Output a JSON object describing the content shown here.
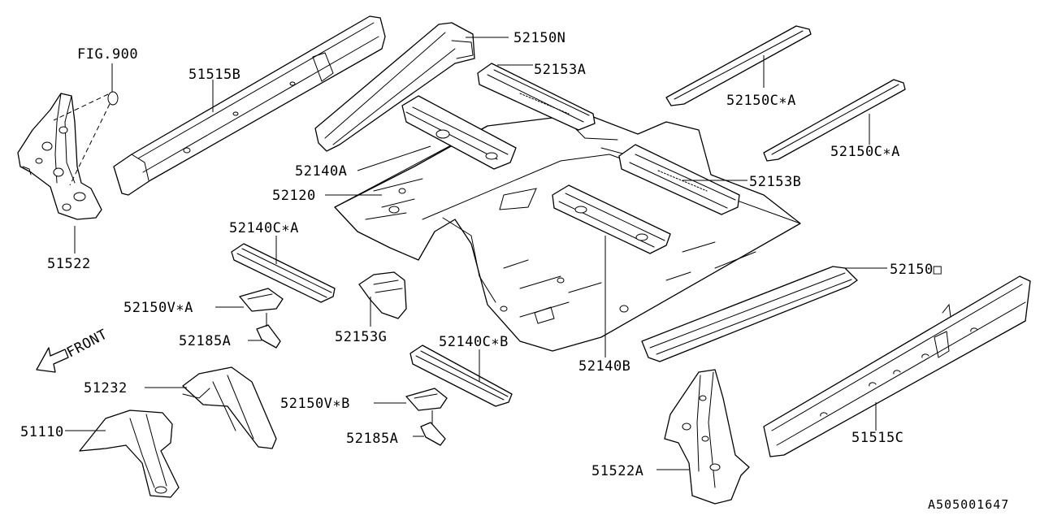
{
  "diagram": {
    "reference": "FIG.900",
    "front_label": "FRONT",
    "drawing_code": "A505001647",
    "callouts": {
      "p51515B": "51515B",
      "p52150N": "52150N",
      "p52153A": "52153A",
      "p52150CA_1": "52150C∗A",
      "p52150CA_2": "52150C∗A",
      "p52140A": "52140A",
      "p52120": "52120",
      "p52153B": "52153B",
      "p51522": "51522",
      "p52140CA": "52140C∗A",
      "p52150VA": "52150V∗A",
      "p52185A_1": "52185A",
      "p52153G": "52153G",
      "p52140CB": "52140C∗B",
      "p52150VB": "52150V∗B",
      "p52185A_2": "52185A",
      "p51232": "51232",
      "p51110": "51110",
      "p52140B": "52140B",
      "p52150": "52150□",
      "p51515C": "51515C",
      "p51522A": "51522A"
    }
  }
}
